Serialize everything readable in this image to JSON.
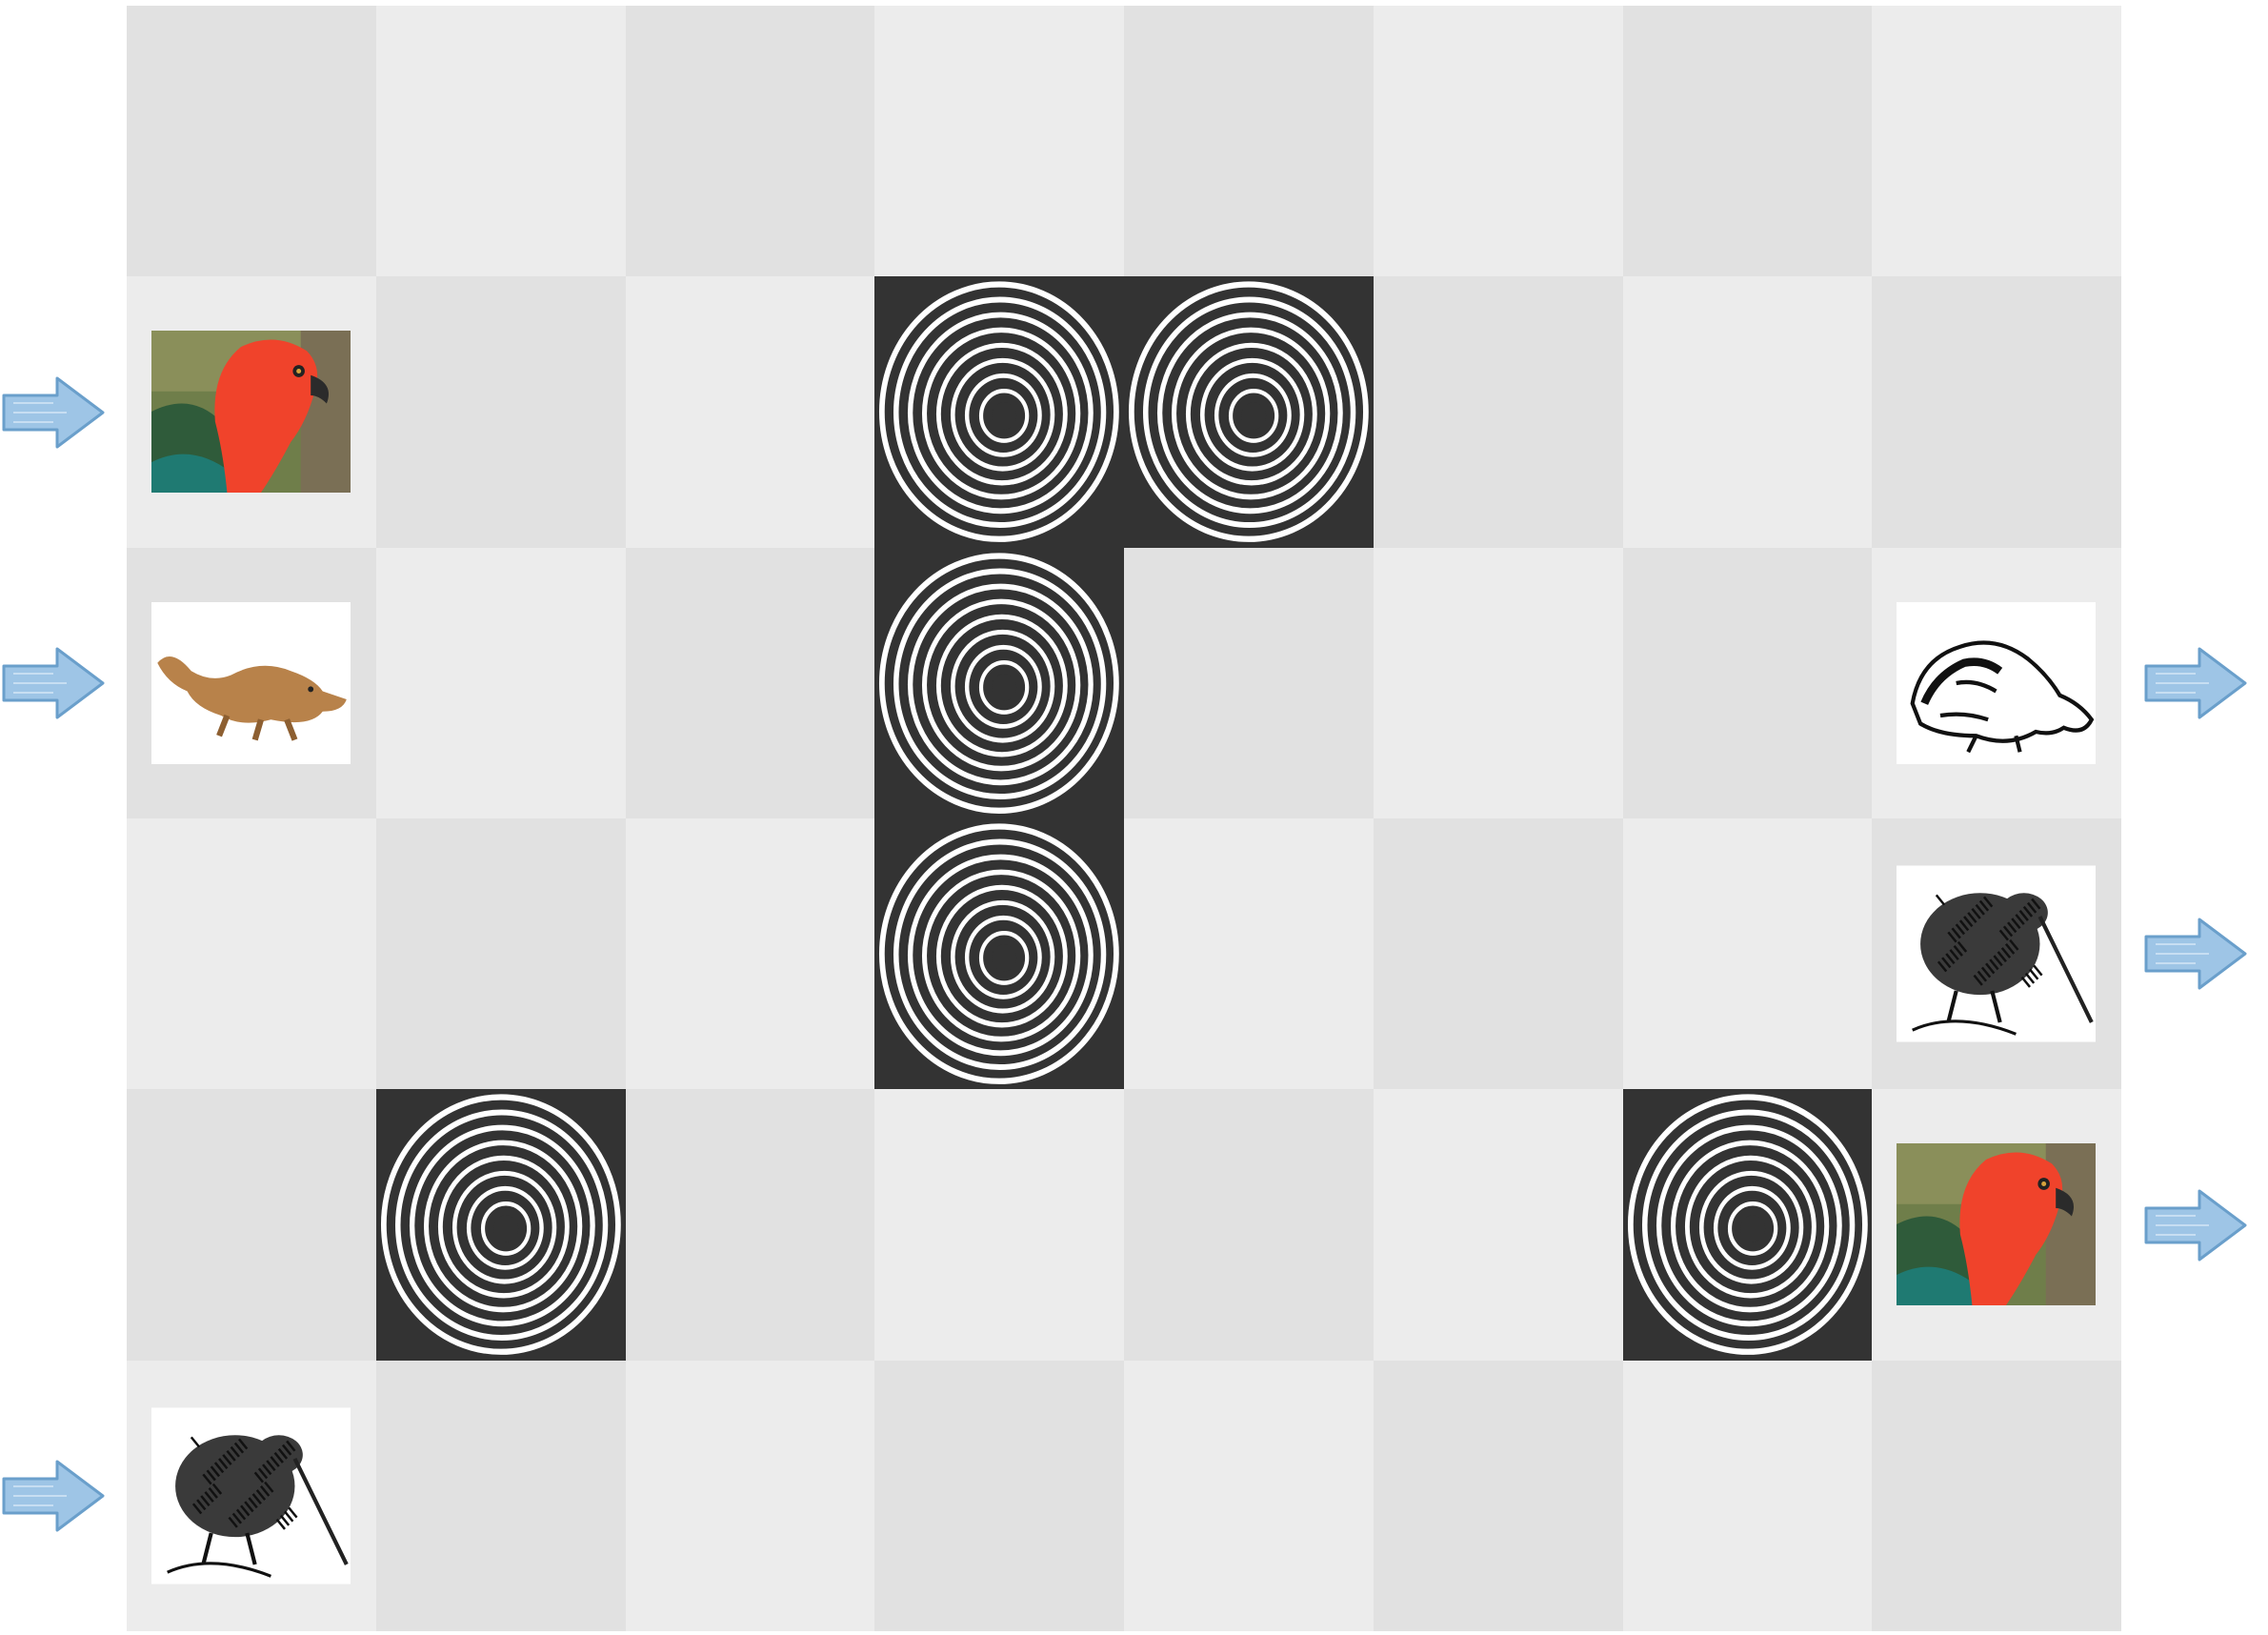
{
  "board": {
    "columns": 8,
    "rows": 6,
    "colors": {
      "light_square": "#ececec",
      "dark_square": "#e1e1e1",
      "hole_square": "#333333",
      "arrow": "#9ec5e6",
      "arrow_outline": "#6a9fcb"
    }
  },
  "tiles": [
    {
      "row": 1,
      "col": 0,
      "kind": "bird",
      "icon": "parrot-icon"
    },
    {
      "row": 2,
      "col": 0,
      "kind": "platypus",
      "icon": "platypus-color-icon"
    },
    {
      "row": 5,
      "col": 0,
      "kind": "kiwi",
      "icon": "kiwi-icon"
    },
    {
      "row": 2,
      "col": 7,
      "kind": "platypus",
      "icon": "platypus-sketch-icon"
    },
    {
      "row": 3,
      "col": 7,
      "kind": "kiwi",
      "icon": "kiwi-icon"
    },
    {
      "row": 4,
      "col": 7,
      "kind": "bird",
      "icon": "parrot-icon"
    }
  ],
  "vortexes": [
    {
      "row": 1,
      "col": 3
    },
    {
      "row": 1,
      "col": 4
    },
    {
      "row": 2,
      "col": 3
    },
    {
      "row": 3,
      "col": 3
    },
    {
      "row": 4,
      "col": 1
    },
    {
      "row": 4,
      "col": 6
    }
  ],
  "entry_arrows": [
    {
      "row": 1,
      "side": "left"
    },
    {
      "row": 2,
      "side": "left"
    },
    {
      "row": 5,
      "side": "left"
    }
  ],
  "exit_arrows": [
    {
      "row": 2,
      "side": "right"
    },
    {
      "row": 3,
      "side": "right"
    },
    {
      "row": 4,
      "side": "right"
    }
  ]
}
